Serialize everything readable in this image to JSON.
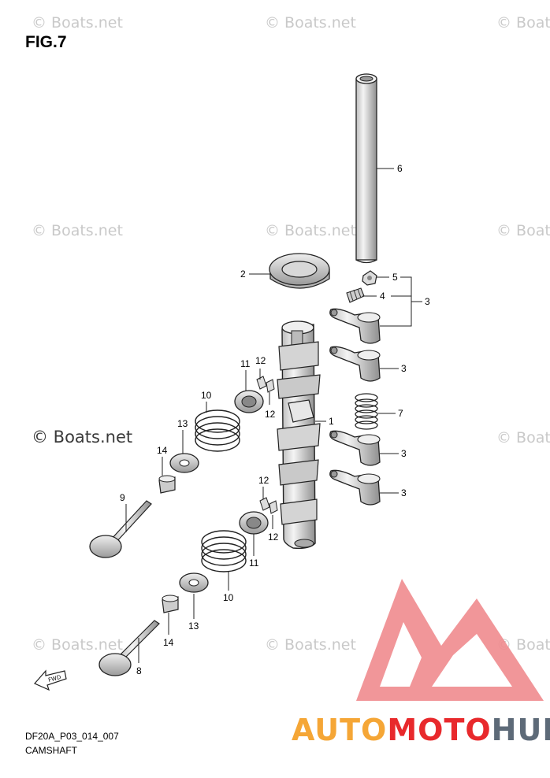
{
  "figure": {
    "title": "FIG.7"
  },
  "watermarks": [
    {
      "text": "© Boats.net"
    },
    {
      "text": "© Boats.net"
    },
    {
      "text": "© Boat"
    },
    {
      "text": "© Boats.net"
    },
    {
      "text": "© Boats.net"
    },
    {
      "text": "© Boat"
    },
    {
      "text": "© Boats.net"
    },
    {
      "text": "© Boat"
    },
    {
      "text": "© Boats.net"
    },
    {
      "text": "© Boats.net"
    },
    {
      "text": "© Boat"
    }
  ],
  "callouts": [
    "6",
    "2",
    "5",
    "4",
    "3",
    "3",
    "1",
    "7",
    "3",
    "3",
    "11",
    "12",
    "12",
    "10",
    "13",
    "14",
    "9",
    "12",
    "12",
    "11",
    "10",
    "13",
    "14",
    "8"
  ],
  "fwd_label": "FWD",
  "footer": {
    "code": "DF20A_P03_014_007",
    "name": "CAMSHAFT"
  },
  "brand": {
    "part1": "AUTO",
    "part2": "MOTO",
    "part3": "HUB",
    "logo_color": "#f08b8e"
  }
}
